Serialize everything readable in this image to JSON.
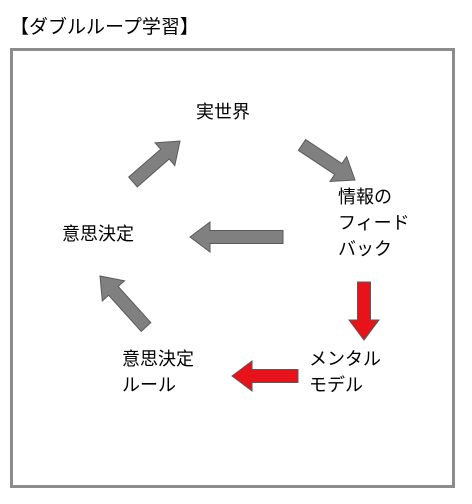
{
  "title": "【ダブルループ学習】",
  "nodes": {
    "real_world": [
      "実世界"
    ],
    "feedback": [
      "情報の",
      "フィード",
      "バック"
    ],
    "decision": [
      "意思決定"
    ],
    "mental_model": [
      "メンタル",
      "モデル"
    ],
    "decision_rules": [
      "意思決定",
      "ルール"
    ]
  },
  "colors": {
    "frame": "#8c8c8c",
    "arrow_gray": "#808080",
    "arrow_red": "#e8121a",
    "arrow_outline": "#5a5a5a"
  }
}
